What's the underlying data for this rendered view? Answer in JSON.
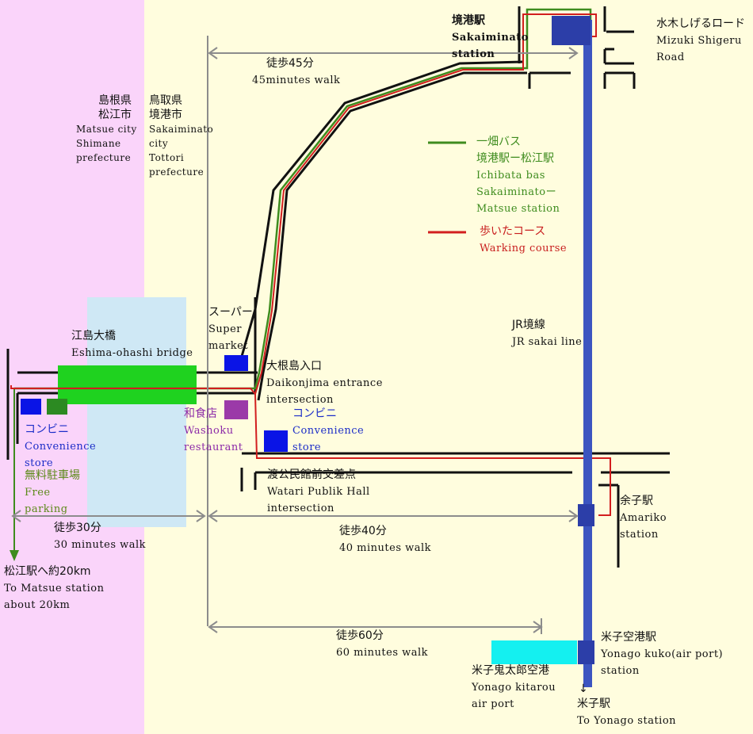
{
  "colors": {
    "matsue_bg": "#fad4fa",
    "tottori_bg": "#fffdde",
    "bridge_zone": "#cfe8f5",
    "bridge": "#1fd21f",
    "road": "#111111",
    "bus_route": "#3e8c1e",
    "walk_route": "#d21e1e",
    "jr_line": "#3c55c0",
    "store_blue": "#0a14e6",
    "parking_green": "#2c8a22",
    "washoku_purple": "#9b3aa8",
    "airport": "#14f0f0",
    "measure": "#8c8c8c"
  },
  "labels": {
    "sakaiminato_station": {
      "jp": "境港駅",
      "en": [
        "Sakaiminato",
        "station"
      ]
    },
    "mizuki_road": {
      "jp": "水木しげるロード",
      "en": [
        "Mizuki Shigeru",
        "Road"
      ]
    },
    "walk45": {
      "jp": "徒歩45分",
      "en": "45minutes walk"
    },
    "shimane": {
      "jp": [
        "島根県",
        "松江市"
      ],
      "en": [
        "Matsue city",
        "Shimane",
        "prefecture"
      ]
    },
    "tottori": {
      "jp": [
        "鳥取県",
        "境港市"
      ],
      "en": [
        "Sakaiminato",
        "city",
        "Tottori",
        "prefecture"
      ]
    },
    "bus_legend": {
      "jp": [
        "一畑バス",
        "境港駅ー松江駅"
      ],
      "en": [
        "Ichibata bas",
        "Sakaiminatoー",
        " Matsue station"
      ]
    },
    "walk_legend": {
      "jp": "歩いたコース",
      "en": "Warking course"
    },
    "super": {
      "jp": "スーパー",
      "en": [
        "Super",
        "market"
      ]
    },
    "jr_line": {
      "jp": "JR境線",
      "en": "JR sakai line"
    },
    "eshima": {
      "jp": "江島大橋",
      "en": "Eshima-ohashi bridge"
    },
    "daikonjima": {
      "jp": "大根島入口",
      "en": [
        "Daikonjima  entrance",
        "intersection"
      ]
    },
    "washoku": {
      "jp": "和食店",
      "en": [
        "Washoku",
        "restaurant"
      ]
    },
    "konbini_right": {
      "jp": "コンビニ",
      "en": [
        "Convenience",
        "store"
      ]
    },
    "konbini_left": {
      "jp": "コンビニ",
      "en": [
        "Convenience",
        "store"
      ]
    },
    "parking": {
      "jp": "無料駐車場",
      "en": [
        "Free",
        "parking"
      ]
    },
    "watari": {
      "jp": "渡公民館前交差点",
      "en": [
        "Watari  Publik  Hall",
        "intersection"
      ]
    },
    "amariko": {
      "jp": "余子駅",
      "en": [
        "Amariko",
        "station"
      ]
    },
    "walk30": {
      "jp": "徒歩30分",
      "en": "30  minutes walk"
    },
    "walk40": {
      "jp": "徒歩40分",
      "en": "40  minutes walk"
    },
    "to_matsue": {
      "jp": "松江駅へ約20km",
      "en": [
        "To  Matsue station",
        "about  20km"
      ]
    },
    "walk60": {
      "jp": "徒歩60分",
      "en": "60  minutes walk"
    },
    "yonago_kuko": {
      "jp": "米子空港駅",
      "en": [
        "Yonago kuko(air port)",
        "station"
      ]
    },
    "yonago_kitarou": {
      "jp": "米子鬼太郎空港",
      "en": [
        "Yonago kitarou",
        "air port"
      ]
    },
    "yonago_station": {
      "arrow": "↓",
      "jp": "米子駅",
      "en": "To Yonago  station"
    }
  }
}
